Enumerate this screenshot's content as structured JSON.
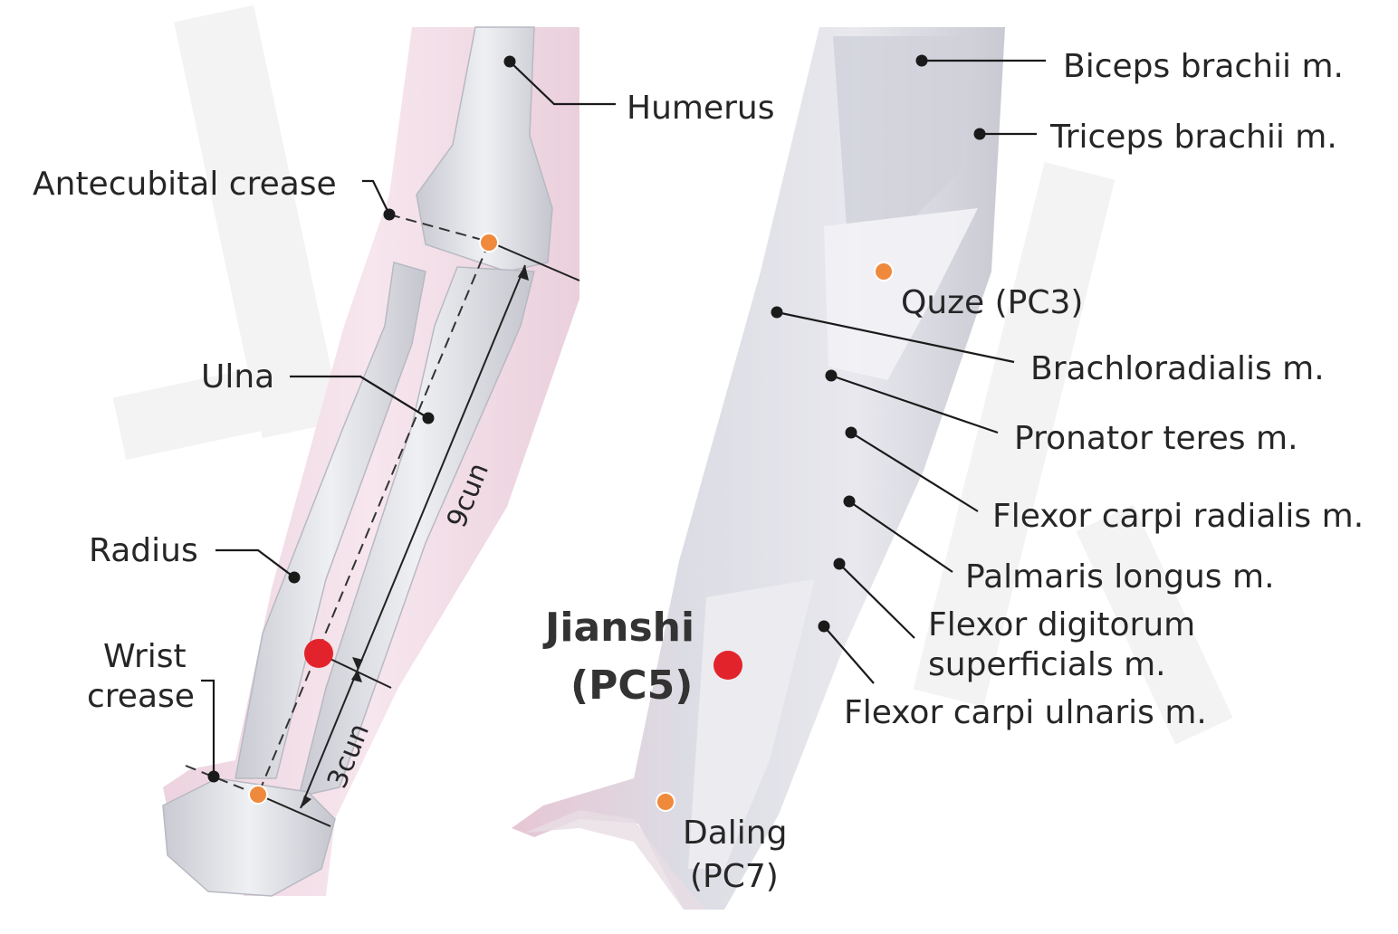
{
  "colors": {
    "acupoint_main": "#e3232b",
    "acupoint_secondary": "#ef8a3d",
    "skin": "#f4dbe6",
    "bone": "#dcdde3",
    "muscle": "#d9d9e1",
    "leader": "#1a1a1a"
  },
  "left_view": {
    "labels": {
      "humerus": "Humerus",
      "antecubital": "Antecubital crease",
      "ulna": "Ulna",
      "radius": "Radius",
      "wrist_line1": "Wrist",
      "wrist_line2": "crease"
    },
    "measurements": {
      "upper": "9cun",
      "lower": "3cun"
    }
  },
  "right_view": {
    "labels": {
      "biceps": "Biceps brachii m.",
      "triceps": "Triceps brachii m.",
      "quze": "Quze (PC3)",
      "brachio": "Brachloradialis m.",
      "pronator": "Pronator teres m.",
      "fcr": "Flexor carpi radialis m.",
      "palmaris": "Palmaris longus m.",
      "fds_line1": "Flexor digitorum",
      "fds_line2": "superficials m.",
      "fcu": "Flexor carpi ulnaris m.",
      "daling_line1": "Daling",
      "daling_line2": "(PC7)"
    }
  },
  "acupoint": {
    "name_line1": "Jianshi",
    "name_line2": "(PC5)"
  }
}
